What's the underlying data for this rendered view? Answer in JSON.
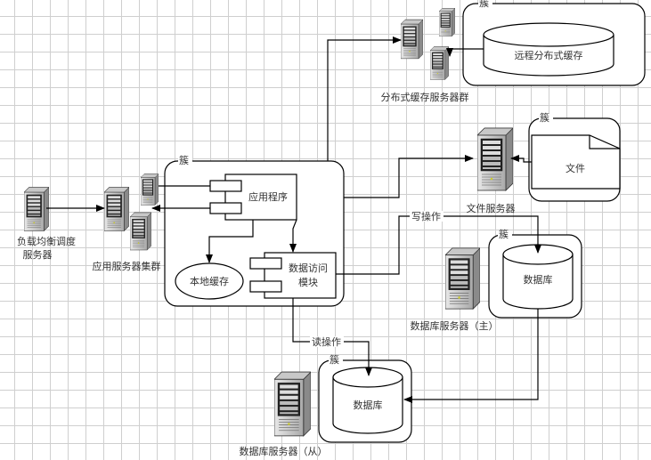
{
  "diagram": {
    "title": "分布式系统架构图",
    "cluster_label": "簇",
    "nodes": {
      "load_balancer": {
        "label_line1": "负载均衡调度",
        "label_line2": "服务器"
      },
      "app_cluster": {
        "label": "应用服务器集群"
      },
      "app": {
        "label": "应用程序"
      },
      "local_cache": {
        "label": "本地缓存"
      },
      "data_access": {
        "label_line1": "数据访问",
        "label_line2": "模块"
      },
      "cache_cluster": {
        "label": "分布式缓存服务器群"
      },
      "remote_cache": {
        "label": "远程分布式缓存"
      },
      "file_server": {
        "label": "文件服务器"
      },
      "file": {
        "label": "文件"
      },
      "db_master": {
        "label": "数据库服务器（主）",
        "db_label": "数据库"
      },
      "db_slave": {
        "label": "数据库服务器（从）",
        "db_label": "数据库"
      }
    },
    "edges": {
      "write": "写操作",
      "read": "读操作"
    }
  }
}
